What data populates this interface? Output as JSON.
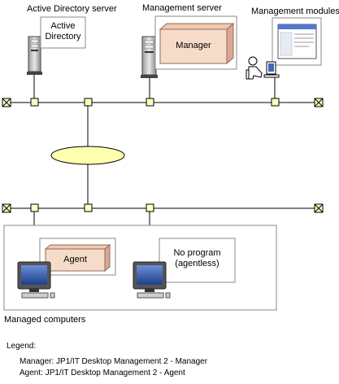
{
  "labels": {
    "ad_server": "Active Directory server",
    "mgmt_server": "Management server",
    "mgmt_modules": "Management modules",
    "ad_box": [
      "Active",
      "Directory"
    ],
    "manager_box": "Manager",
    "agent_box": "Agent",
    "agentless_box": [
      "No program",
      "(agentless)"
    ],
    "managed_computers": "Managed computers"
  },
  "legend": {
    "title": "Legend:",
    "lines": [
      "Manager: JP1/IT Desktop Management 2 - Manager",
      "Agent: JP1/IT Desktop Management 2 - Agent"
    ]
  },
  "colors": {
    "box_fill": "#f6dcc8",
    "box_stroke": "#8c6c5c",
    "network_oval": "#ffffb0",
    "connector": "#ffffc0"
  }
}
